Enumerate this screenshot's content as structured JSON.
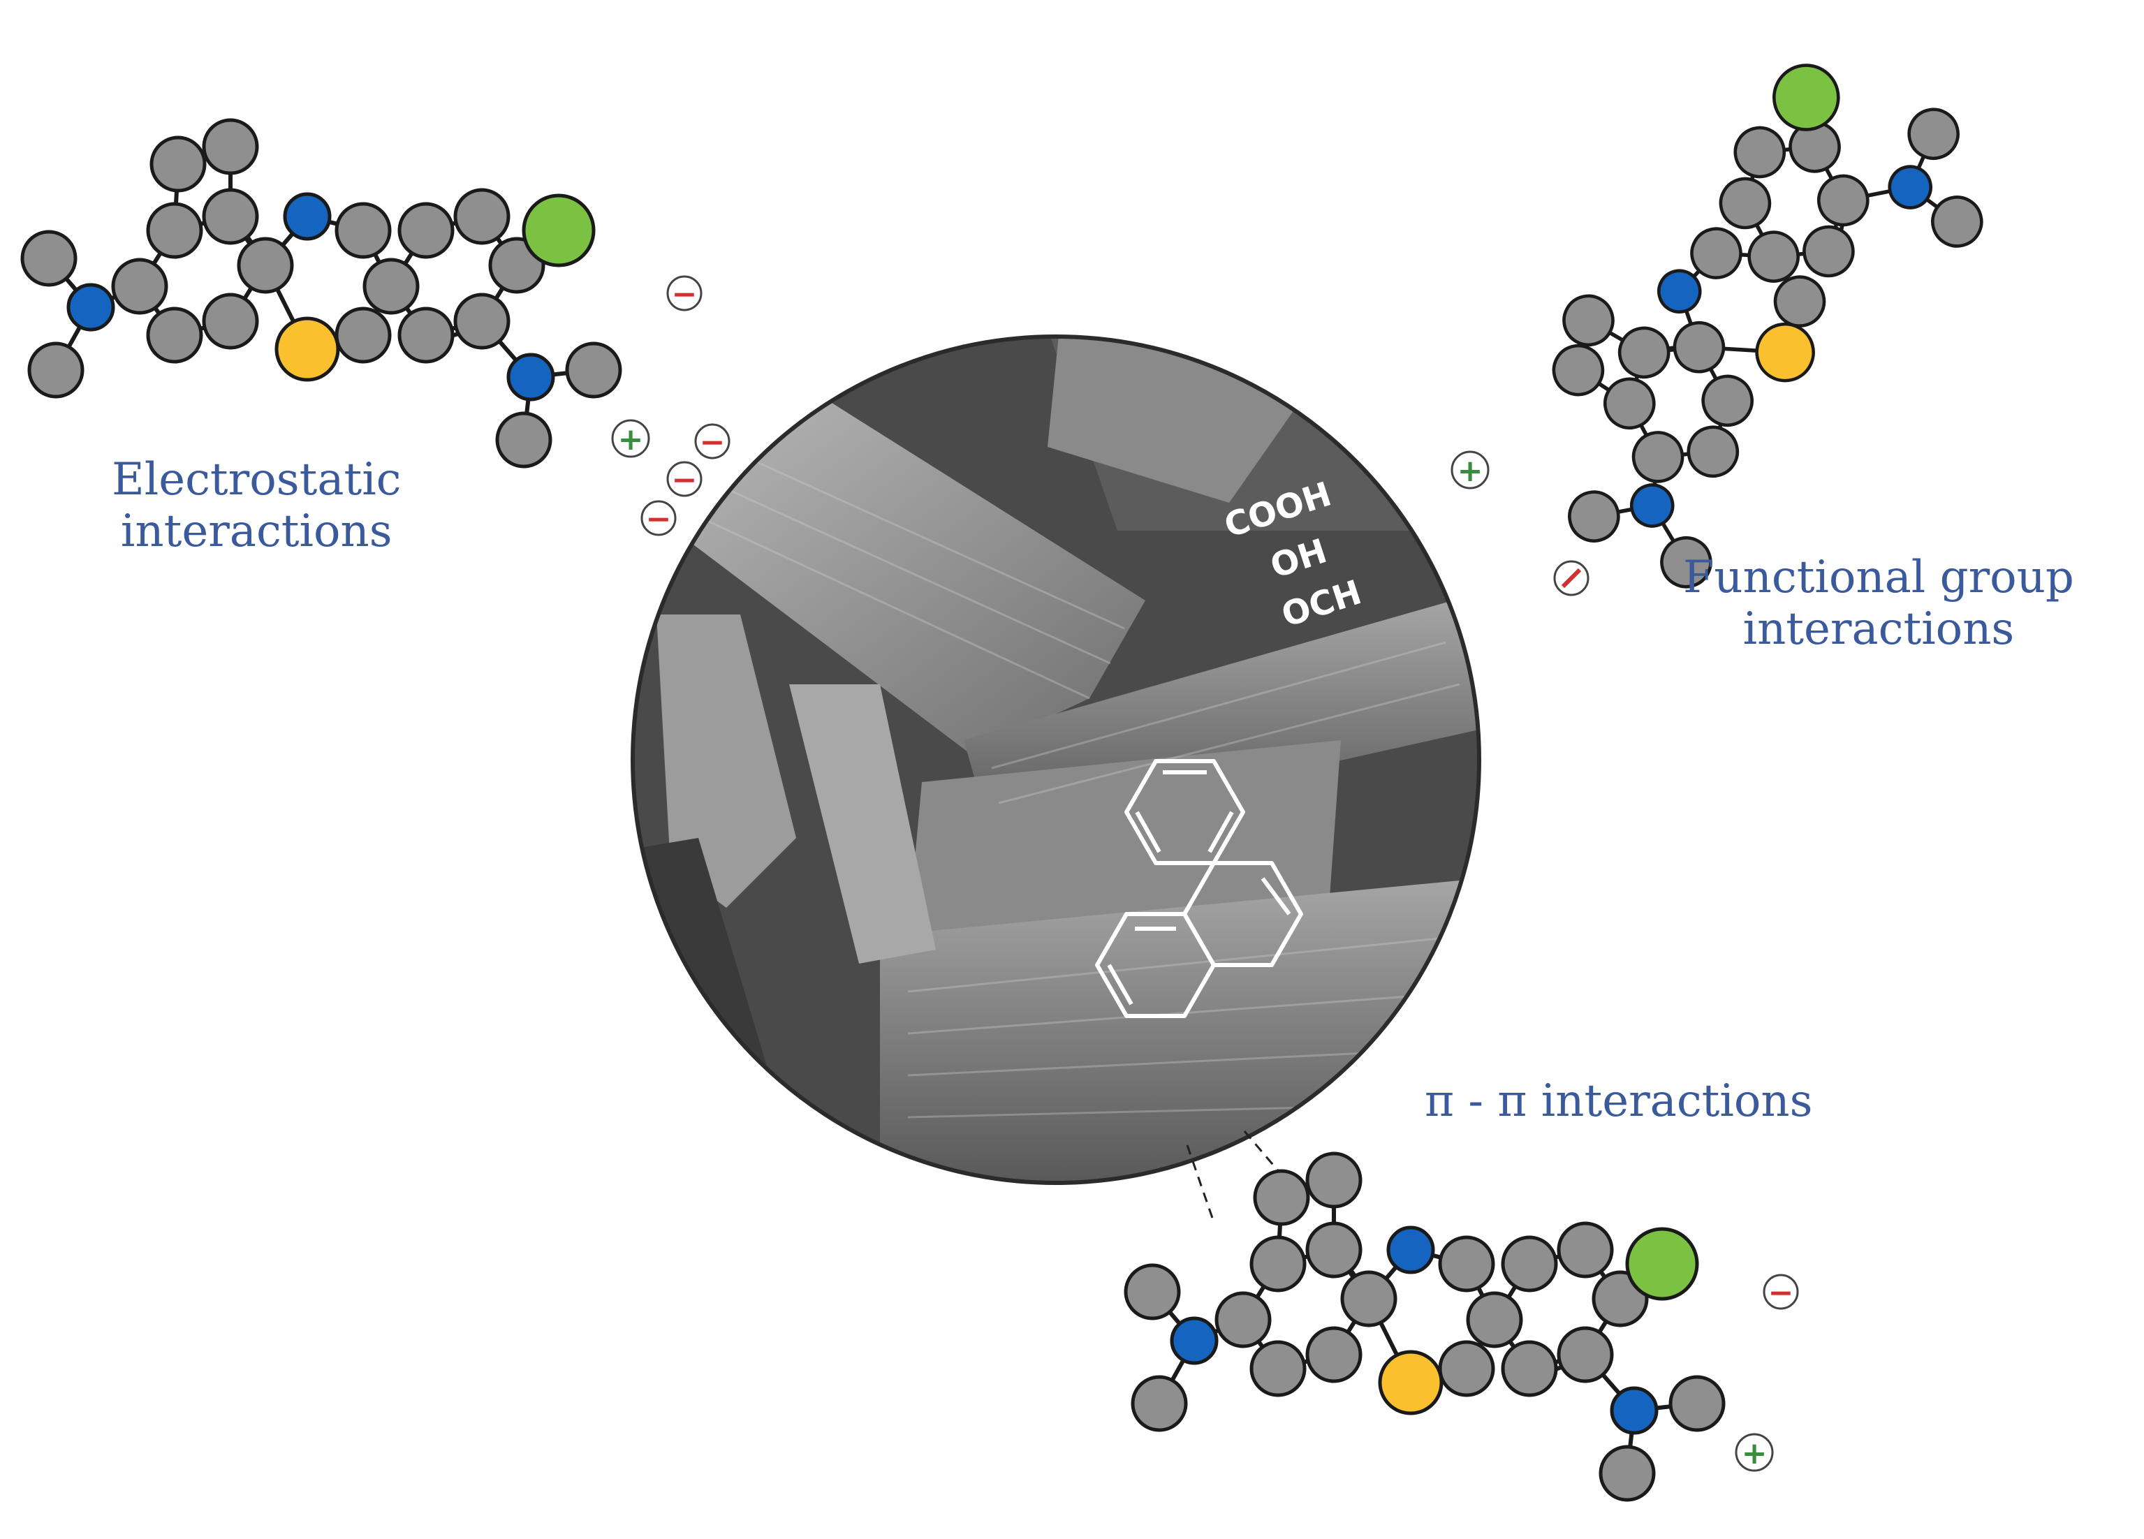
{
  "labels": {
    "electrostatic_line1": "Electrostatic",
    "electrostatic_line2": "interactions",
    "functional_line1": "Functional group",
    "functional_line2": "interactions",
    "pi_pi": "π - π interactions"
  },
  "surface_groups": {
    "g1": "COOH",
    "g2": "OH",
    "g3": "OCH"
  },
  "charges": {
    "minus": "−",
    "plus": "+"
  },
  "colors": {
    "label_text": "#3a5a9c",
    "carbon_atom": "#8f8f8f",
    "nitrogen_atom": "#1565c0",
    "sulfur_atom": "#fbc02d",
    "chloride_ion": "#7cc242",
    "minus_sign": "#d32f2f",
    "plus_sign": "#388e3c",
    "sem_background": "#5a5a5a"
  },
  "molecule": {
    "name_in_icon": "methylene-blue-icon",
    "sem_image": "sem-biochar-micrograph",
    "aromatic": "phenanthrene-structure-icon"
  }
}
